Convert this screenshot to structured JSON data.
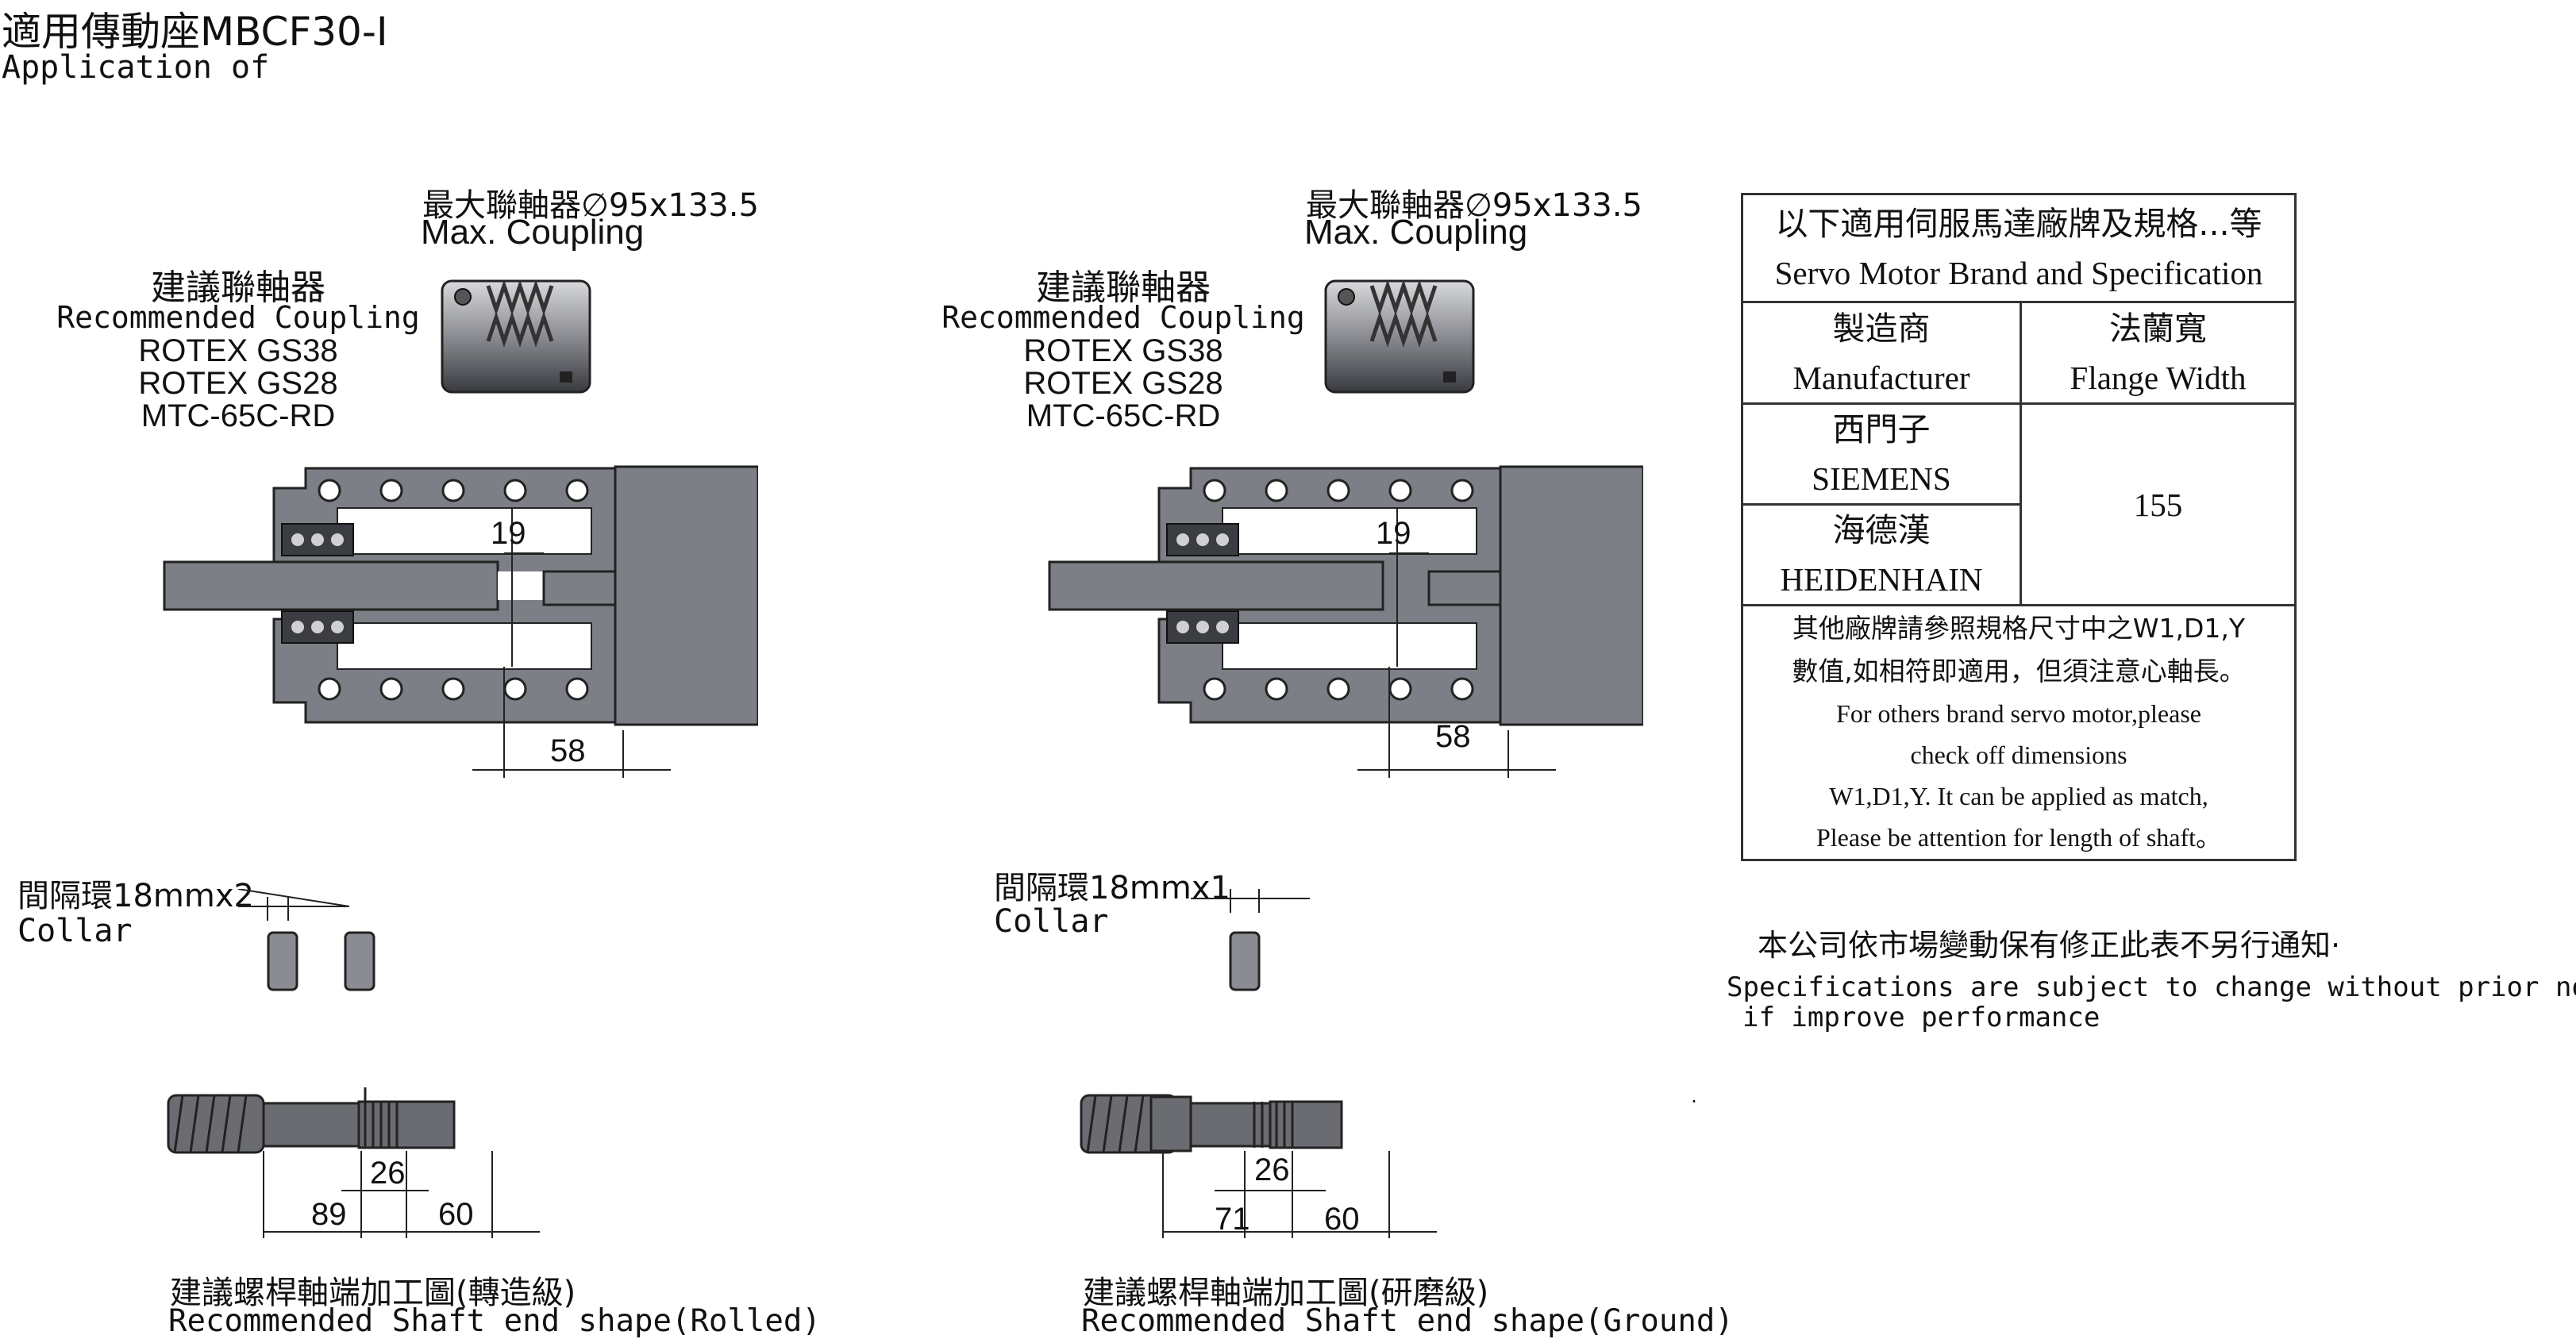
{
  "header": {
    "title": "適用傳動座MBCF30-I",
    "subtitle": "Application of"
  },
  "left_panel": {
    "max_coupling_zh": "最大聯軸器∅95x133.5",
    "max_coupling_en": "Max. Coupling",
    "recommended_zh": "建議聯軸器",
    "recommended_en": "Recommended Coupling",
    "couplings": [
      "ROTEX GS38",
      "ROTEX GS28",
      "MTC-65C-RD"
    ],
    "dim_gap": "19",
    "dim_depth": "58",
    "collar_zh": "間隔環18mmx2",
    "collar_en": "Collar",
    "shaft_dims": {
      "thread": "26",
      "a": "89",
      "b": "60"
    },
    "shaft_caption_zh": "建議螺桿軸端加工圖(轉造級)",
    "shaft_caption_en": "Recommended Shaft end shape(Rolled)"
  },
  "right_panel": {
    "max_coupling_zh": "最大聯軸器∅95x133.5",
    "max_coupling_en": "Max. Coupling",
    "recommended_zh": "建議聯軸器",
    "recommended_en": "Recommended Coupling",
    "couplings": [
      "ROTEX GS38",
      "ROTEX GS28",
      "MTC-65C-RD"
    ],
    "dim_gap": "19",
    "dim_depth": "58",
    "collar_zh": "間隔環18mmx1",
    "collar_en": "Collar",
    "shaft_dims": {
      "thread": "26",
      "a": "71",
      "b": "60"
    },
    "shaft_caption_zh": "建議螺桿軸端加工圖(研磨級)",
    "shaft_caption_en": "Recommended Shaft end shape(Ground)"
  },
  "spec_table": {
    "header_zh": "以下適用伺服馬達廠牌及規格...等",
    "header_en": "Servo Motor Brand and Specification",
    "col_manufacturer_zh": "製造商",
    "col_manufacturer_en": "Manufacturer",
    "col_flange_zh": "法蘭寬",
    "col_flange_en": "Flange Width",
    "rows": [
      {
        "zh": "西門子",
        "en": "SIEMENS"
      },
      {
        "zh": "海德漢",
        "en": "HEIDENHAIN"
      }
    ],
    "flange_value": "155",
    "note_zh_1": "其他廠牌請參照規格尺寸中之W1,D1,Y",
    "note_zh_2": "數值,如相符即適用，但須注意心軸長。",
    "note_en_1": "For others brand servo motor,please",
    "note_en_2": "check off dimensions",
    "note_en_3": "W1,D1,Y. It can be applied as match,",
    "note_en_4": "Please be attention for length of shaft。"
  },
  "notice": {
    "zh": "本公司依市場變動保有修正此表不另行通知·",
    "en_1": "Specifications are subject to change without prior notice",
    "en_2": "if improve performance",
    "dot": "."
  },
  "colors": {
    "part_fill": "#7d7f86",
    "part_dark": "#3c3d42",
    "line": "#222222"
  }
}
